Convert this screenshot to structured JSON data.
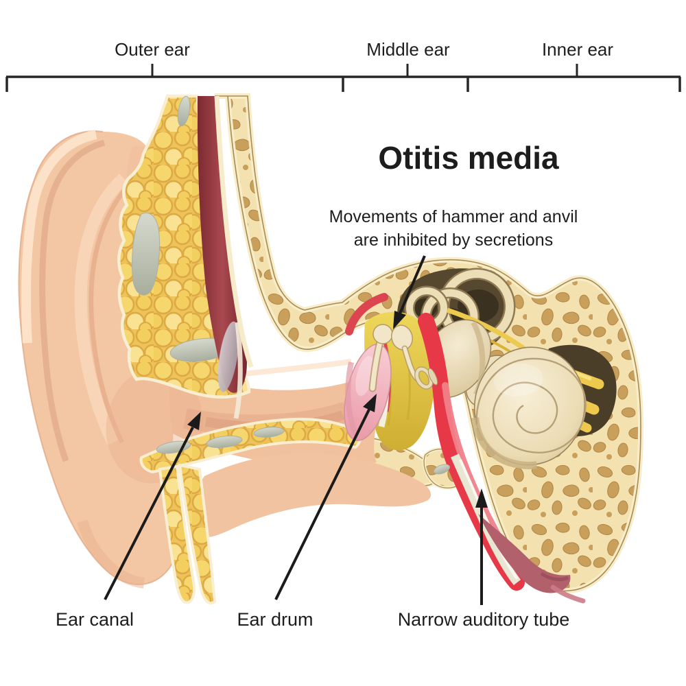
{
  "figure": {
    "title": "Otitis media",
    "annotation": {
      "line1": "Movements of hammer and anvil",
      "line2": "are inhibited by secretions"
    },
    "regions": [
      {
        "id": "outer-ear",
        "label": "Outer ear"
      },
      {
        "id": "middle-ear",
        "label": "Middle ear"
      },
      {
        "id": "inner-ear",
        "label": "Inner ear"
      }
    ],
    "part_labels": [
      {
        "id": "ear-canal",
        "label": "Ear canal"
      },
      {
        "id": "ear-drum",
        "label": "Ear drum"
      },
      {
        "id": "narrow-auditory-tube",
        "label": "Narrow auditory tube"
      }
    ],
    "colors": {
      "background": "#ffffff",
      "text": "#1d1d1d",
      "skin": "#f4c7a4",
      "skin_shadow": "#e2a987",
      "fat": "#f0c95c",
      "fat_cell_outline": "#dca944",
      "fat_border": "#f8efd2",
      "bone": "#f3e2b0",
      "bone_pores": "#c99f5c",
      "bone_cortex": "#f7edca",
      "muscle": "#8e3038",
      "inflamed_red": "#e73848",
      "eardrum_pink": "#f3b7c1",
      "secretion_yellow": "#e8cf4a",
      "labyrinth_cream": "#ecdfb7",
      "nerve_yellow": "#eec94e",
      "tube_maroon": "#b2606c",
      "cartilage_gray": "#c2c8ba"
    }
  }
}
